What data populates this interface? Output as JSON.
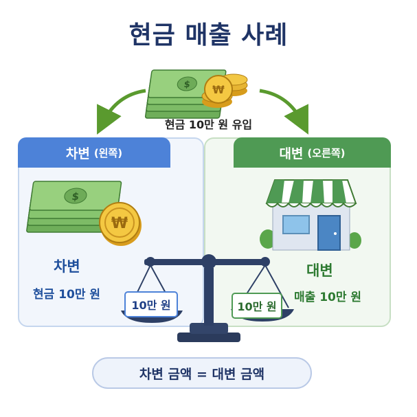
{
  "title": "현금 매출 사례",
  "inflow": {
    "label": "현금 10만 원 유입",
    "icon": "money-and-coins"
  },
  "debit": {
    "tab_main": "차변",
    "tab_sub": "(왼쪽)",
    "heading": "차변",
    "detail": "현금 10만 원",
    "pan_label": "10만 원",
    "color": "#4d82d8",
    "coin_symbol": "₩"
  },
  "credit": {
    "tab_main": "대변",
    "tab_sub": "(오른쪽)",
    "heading": "대변",
    "detail": "매출 10만 원",
    "pan_label": "10만 원",
    "color": "#4f9a54",
    "icon": "store"
  },
  "equation": "차변 금액 = 대변 금액"
}
